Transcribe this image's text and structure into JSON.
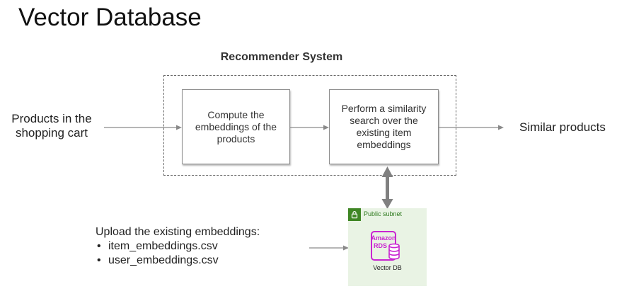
{
  "page": {
    "title": "Vector Database"
  },
  "recommender": {
    "title": "Recommender System",
    "step1": "Compute the embeddings of the products",
    "step2": "Perform a similarity search over the existing item embeddings"
  },
  "input": {
    "label": "Products in the shopping cart"
  },
  "output": {
    "label": "Similar products"
  },
  "upload": {
    "heading": "Upload the existing embeddings:",
    "files": [
      "item_embeddings.csv",
      "user_embeddings.csv"
    ]
  },
  "vector_db": {
    "subnet_label": "Public subnet",
    "logo_text_line1": "Amazon",
    "logo_text_line2": "RDS",
    "label": "Vector DB",
    "subnet_color": "#e9f3e4",
    "subnet_accent": "#3f8624",
    "rds_color": "#c925d1",
    "icons": [
      "lock-icon",
      "amazon-rds-icon"
    ]
  }
}
